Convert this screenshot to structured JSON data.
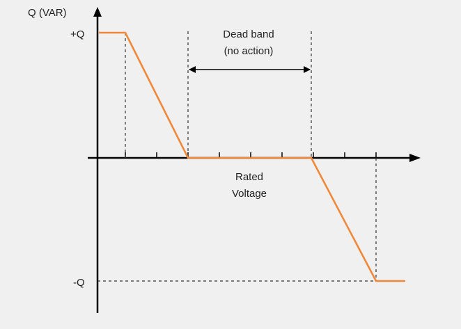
{
  "labels": {
    "y_axis": "Q (VAR)",
    "plus_q": "+Q",
    "minus_q": "-Q",
    "dead_band_line1": "Dead band",
    "dead_band_line2": "(no action)",
    "rated_line1": "Rated",
    "rated_line2": "Voltage"
  },
  "colors": {
    "curve": "#f0883a",
    "axis": "#000000",
    "guide": "#333333",
    "text": "#222222",
    "background": "#f0f0f0"
  }
}
